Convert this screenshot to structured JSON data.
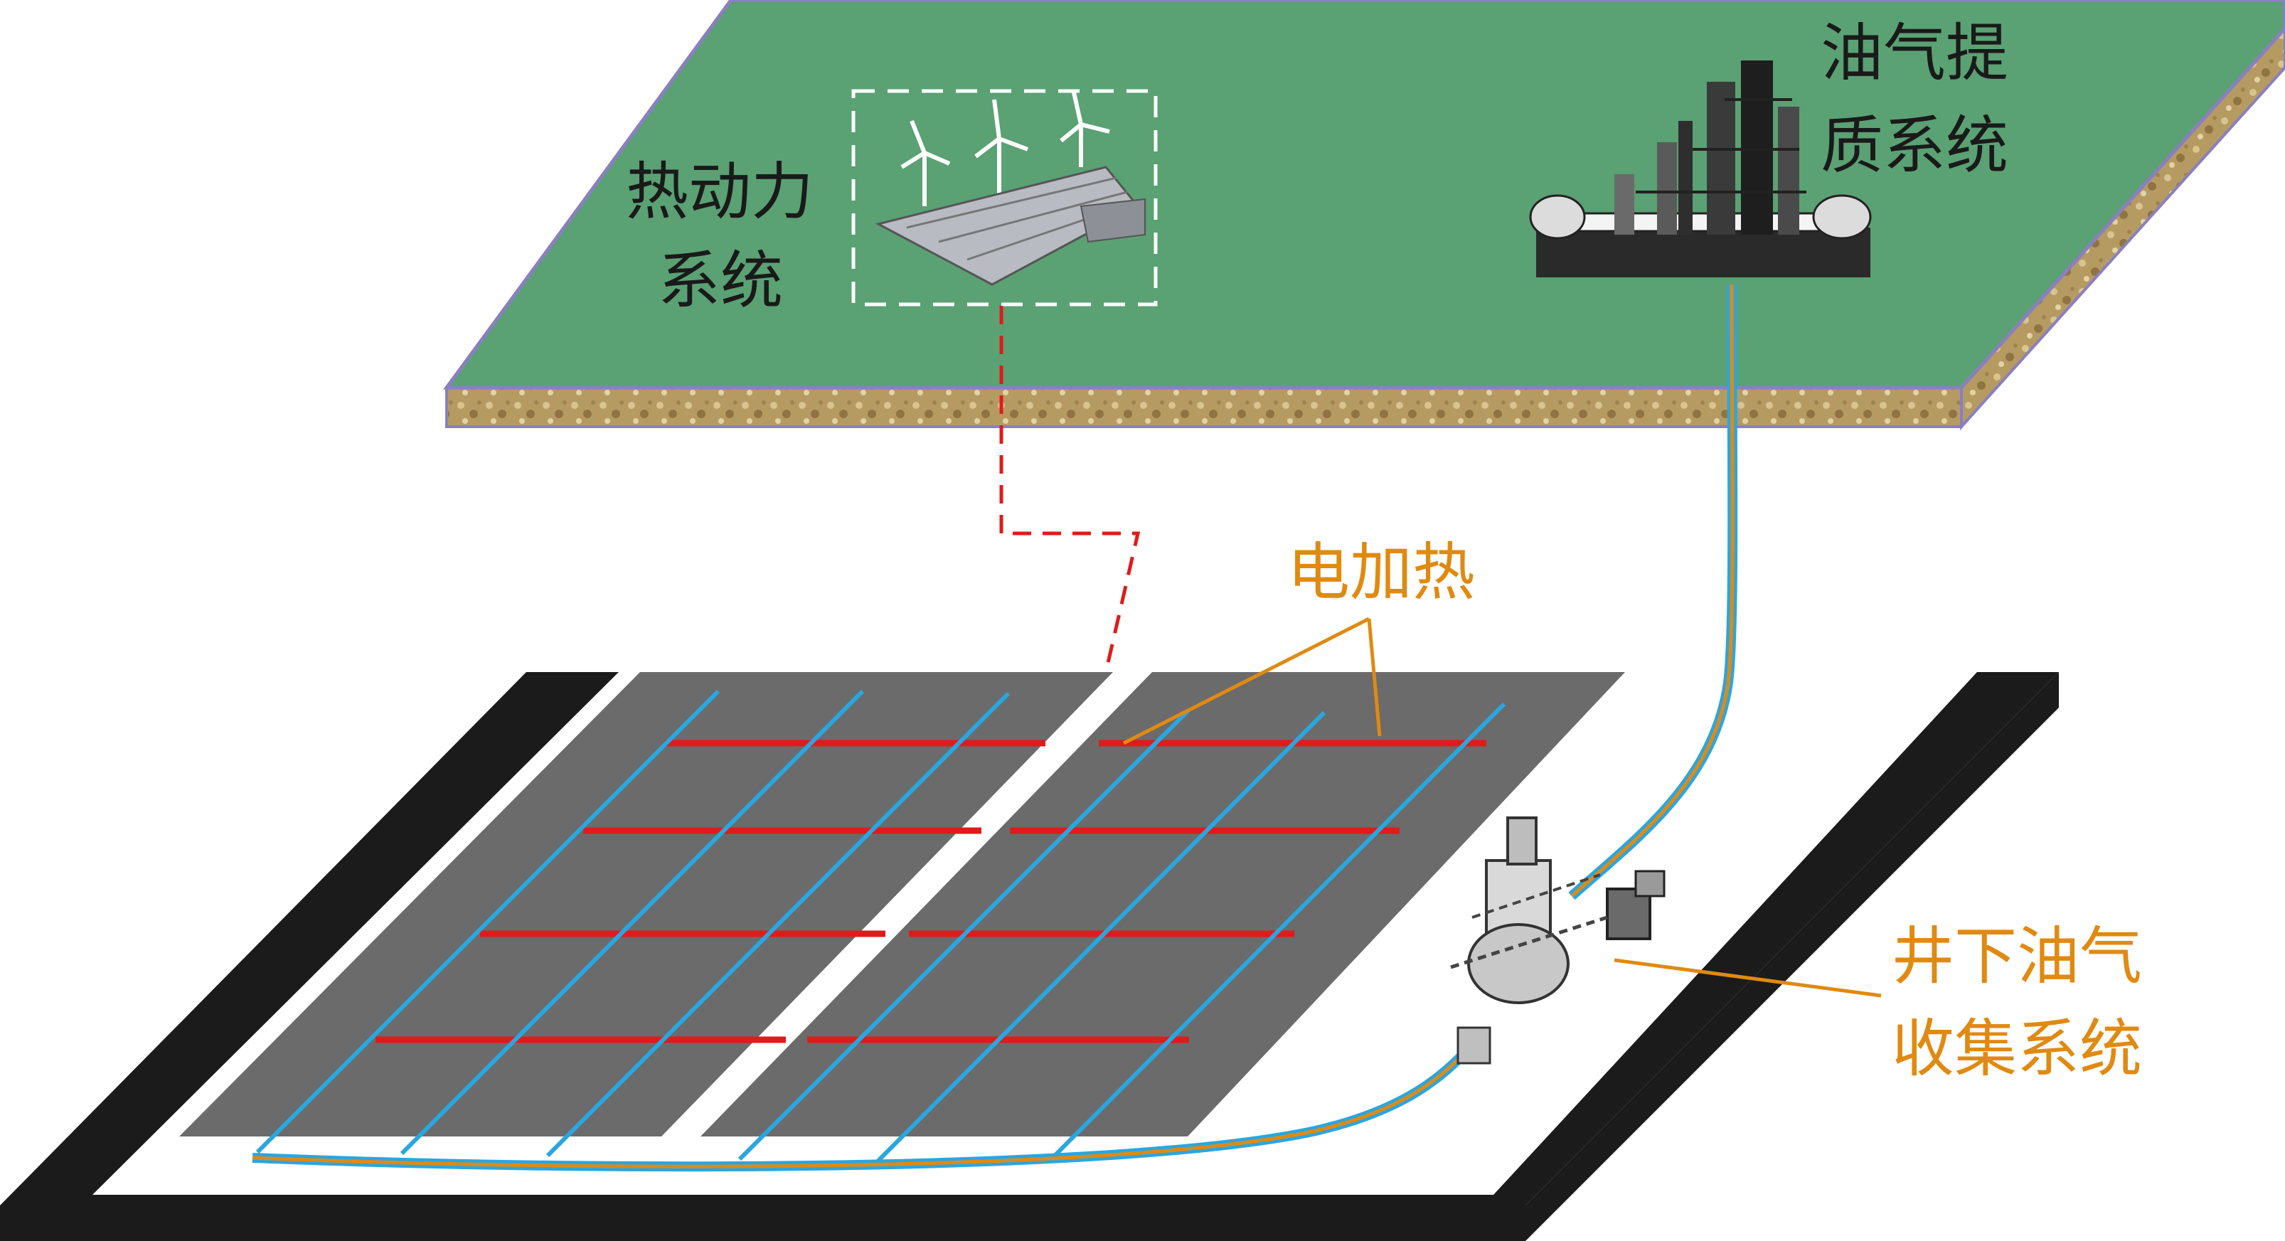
{
  "labels": {
    "thermal_line1": "热动力",
    "thermal_line2": "系统",
    "oilgas_upgrade_line1": "油气提",
    "oilgas_upgrade_line2": "质系统",
    "electric_heating": "电加热",
    "downhole_line1": "井下油气",
    "downhole_line2": "收集系统"
  },
  "colors": {
    "surface_green": "#5aa173",
    "soil": "#b59b62",
    "slab_dark": "#6b6b6b",
    "heater_red": "#e01b1b",
    "pipe_blue": "#2aa6e0",
    "pipe_orange": "#e08a12",
    "border_purple": "#8a7fc0"
  },
  "icons": [
    "wind-turbine-icon",
    "solar-panel-icon",
    "refinery-icon",
    "pump-station-icon"
  ]
}
